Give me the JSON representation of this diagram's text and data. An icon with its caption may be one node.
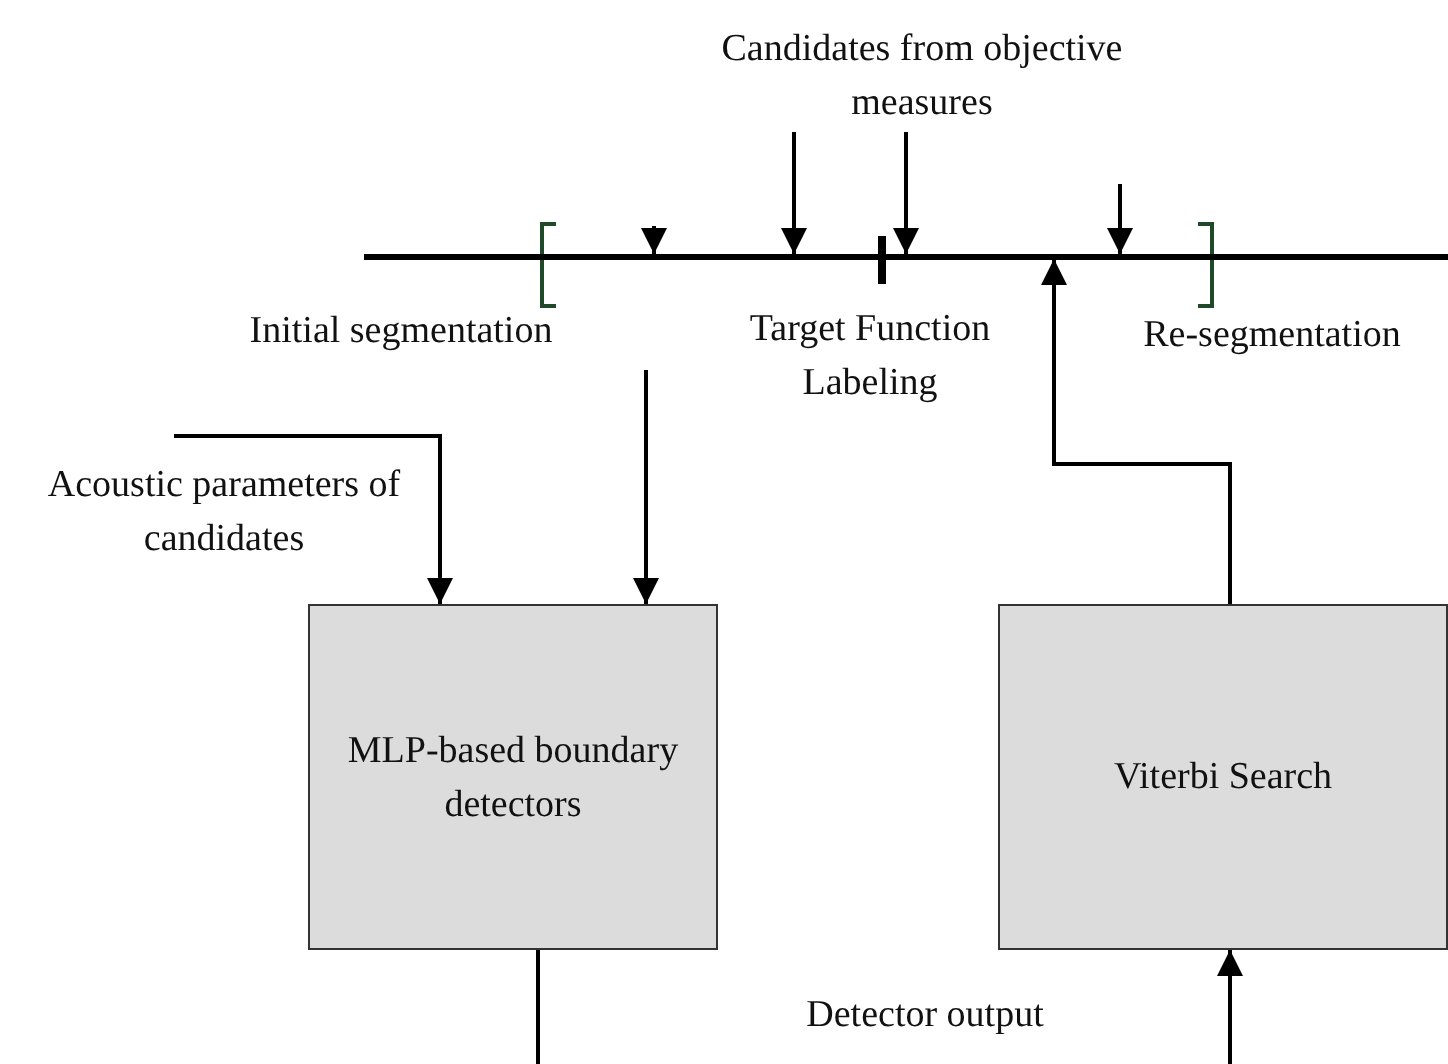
{
  "diagram": {
    "nodes": [
      {
        "text": [
          "Candidates from objective measures"
        ]
      },
      {
        "text": [],
        "shape": "line"
      },
      {
        "text": [
          "MLP-based boundary detectors"
        ]
      },
      {
        "text": [
          "Viterbi Search"
        ]
      }
    ],
    "edges": [
      {
        "from": null,
        "to": 1,
        "arrow": "to"
      },
      {
        "from": 0,
        "to": 1,
        "arrow": "to"
      },
      {
        "from": 0,
        "to": 1,
        "arrow": "to"
      },
      {
        "from": null,
        "to": 1,
        "arrow": "to"
      },
      {
        "from": null,
        "to": 2,
        "arrow": "to"
      },
      {
        "from": null,
        "to": 2,
        "arrow": "to"
      },
      {
        "from": 3,
        "to": 1,
        "arrow": "to"
      },
      {
        "from": 2,
        "to": 3,
        "arrow": "to",
        "label": "Detector output"
      }
    ],
    "labels": [
      "Initial segmentation",
      "Target Function Labeling",
      "Re-segmentation",
      "Acoustic parameters of candidates"
    ]
  }
}
